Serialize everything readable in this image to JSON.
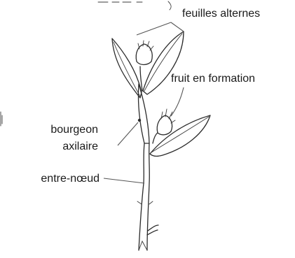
{
  "labels": {
    "alternate_leaves": "feuilles alternes",
    "forming_fruit": "fruit en formation",
    "axillary_bud_line1": "bourgeon",
    "axillary_bud_line2": "axilaire",
    "internode": "entre-nœud"
  }
}
